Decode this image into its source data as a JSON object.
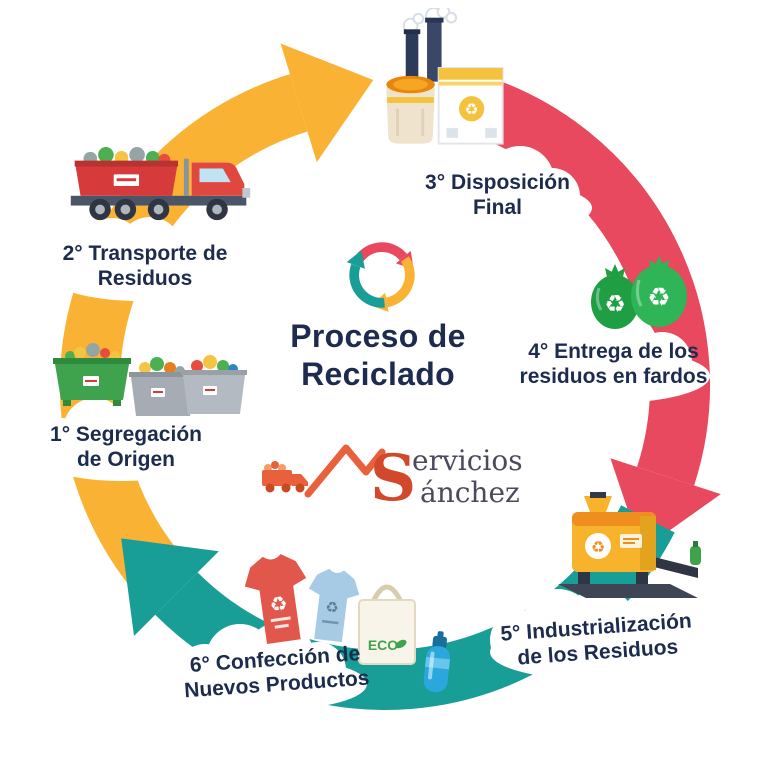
{
  "title": {
    "line1": "Proceso de",
    "line2": "Reciclado"
  },
  "brand": {
    "initial": "S",
    "word_top": "ervicios",
    "word_bottom": "ánchez"
  },
  "steps": [
    {
      "line1": "1° Segregación",
      "line2": "de Origen",
      "icon": "waste-dumpsters"
    },
    {
      "line1": "2° Transporte de",
      "line2": "Residuos",
      "icon": "garbage-truck"
    },
    {
      "line1": "3° Disposición",
      "line2": "Final",
      "icon": "disposal-plant"
    },
    {
      "line1": "4° Entrega de los",
      "line2": "residuos en fardos",
      "icon": "green-waste-bags"
    },
    {
      "line1": "5° Industrialización",
      "line2": "de los Residuos",
      "icon": "industrial-machine"
    },
    {
      "line1": "6° Confección de",
      "line2": "Nuevos Productos",
      "icon": "recycled-products"
    }
  ],
  "eco_bag_label": "ECO",
  "icons": {
    "recycle_glyph": "♻"
  },
  "colors": {
    "arrow_yellow": "#F9B234",
    "arrow_red": "#E8495F",
    "arrow_teal": "#189E96",
    "title_navy": "#1C2B4E",
    "brand_orange": "#D2482A",
    "brand_text": "#4A4A5C"
  }
}
